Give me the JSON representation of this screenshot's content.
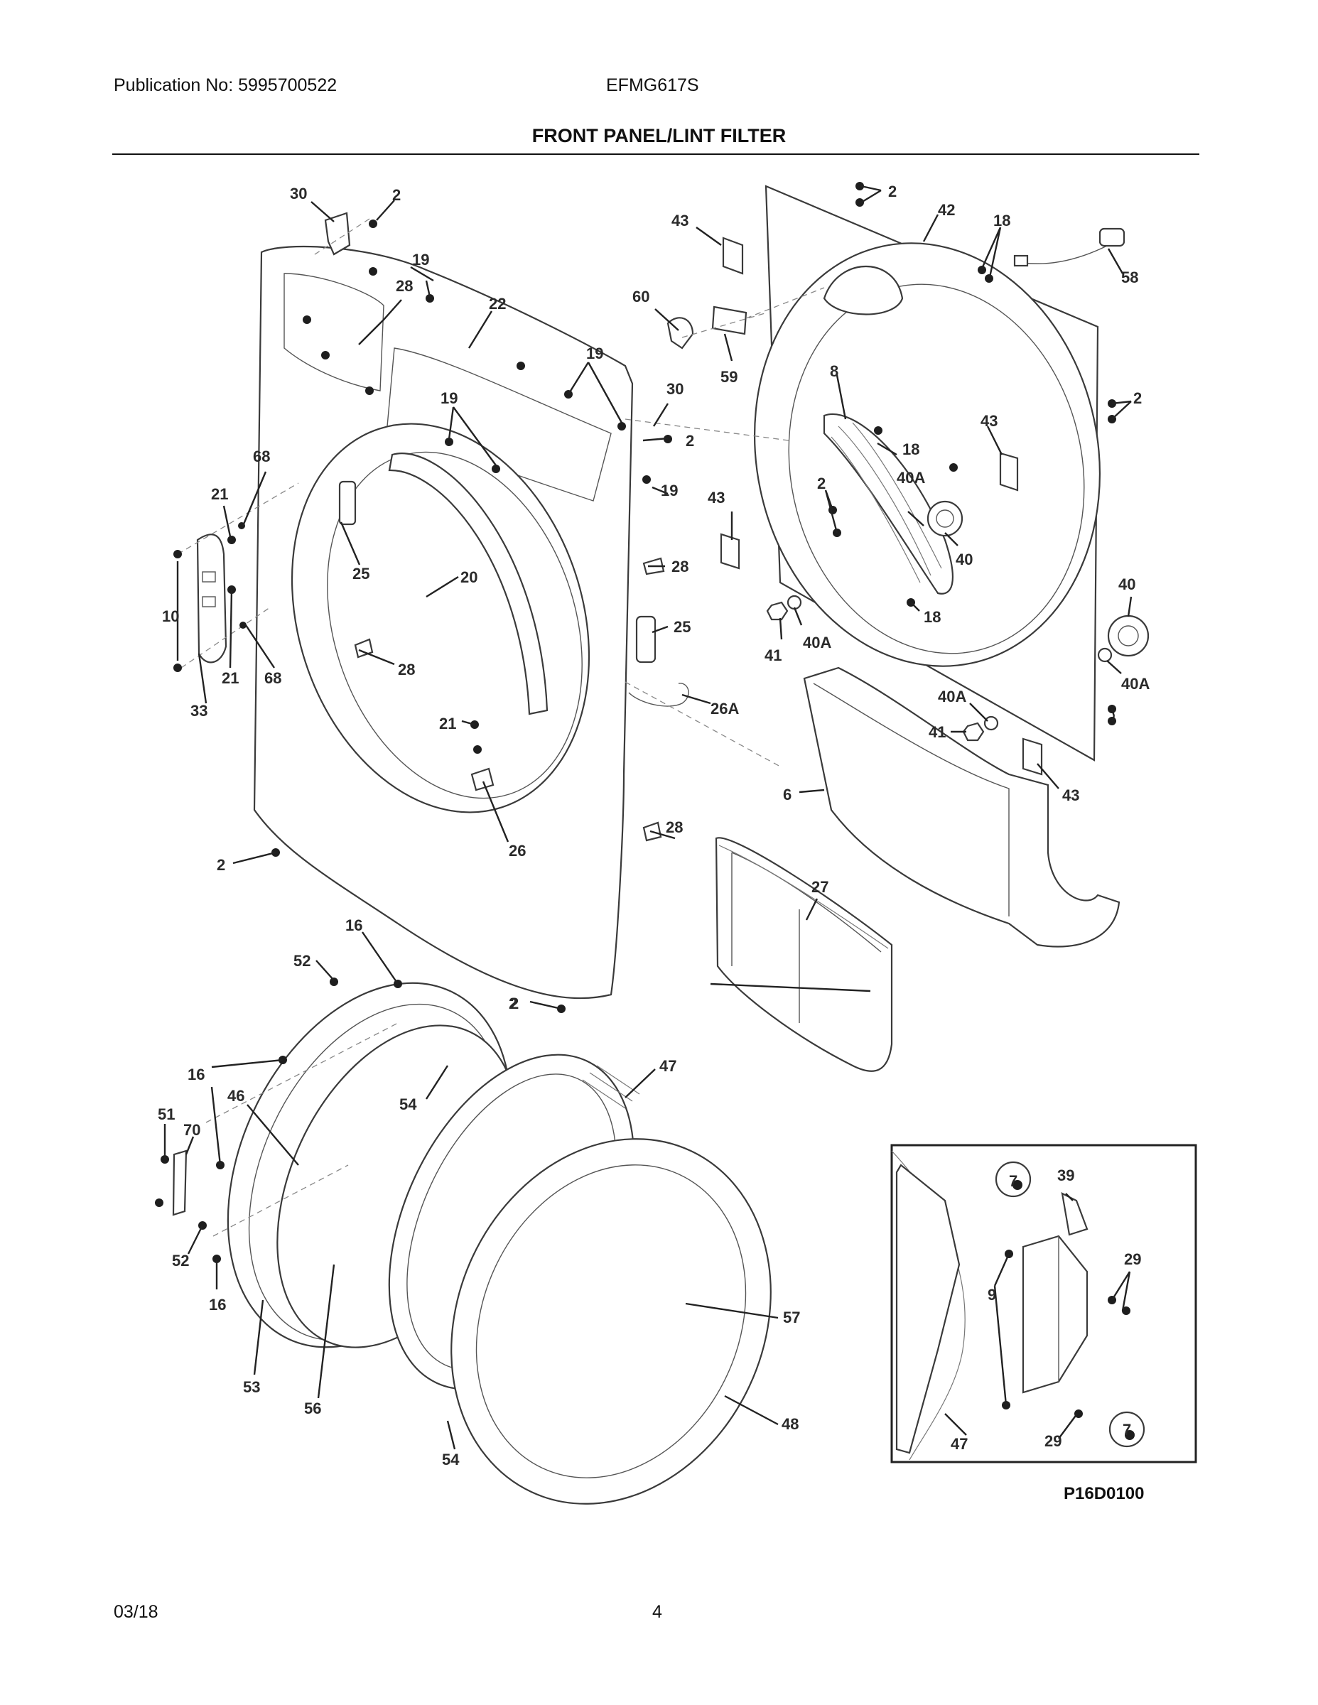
{
  "header": {
    "publication": "Publication No: 5995700522",
    "model": "EFMG617S"
  },
  "title": "FRONT PANEL/LINT FILTER",
  "footer": {
    "date": "03/18",
    "page": "4"
  },
  "diagram_code": "P16D0100",
  "callouts": [
    "30",
    "2",
    "19",
    "28",
    "22",
    "19",
    "19",
    "68",
    "21",
    "10",
    "33",
    "21",
    "68",
    "25",
    "20",
    "28",
    "21",
    "26",
    "2",
    "30",
    "2",
    "19",
    "43",
    "28",
    "25",
    "26A",
    "28",
    "2",
    "43",
    "2",
    "42",
    "18",
    "58",
    "60",
    "59",
    "8",
    "2",
    "18",
    "40A",
    "40",
    "43",
    "41",
    "40A",
    "18",
    "40",
    "40A",
    "2",
    "40A",
    "41",
    "6",
    "43",
    "27",
    "16",
    "52",
    "2",
    "16",
    "51",
    "70",
    "46",
    "54",
    "47",
    "52",
    "16",
    "53",
    "56",
    "54",
    "57",
    "48",
    "7",
    "39",
    "9",
    "29",
    "7",
    "29",
    "47"
  ]
}
